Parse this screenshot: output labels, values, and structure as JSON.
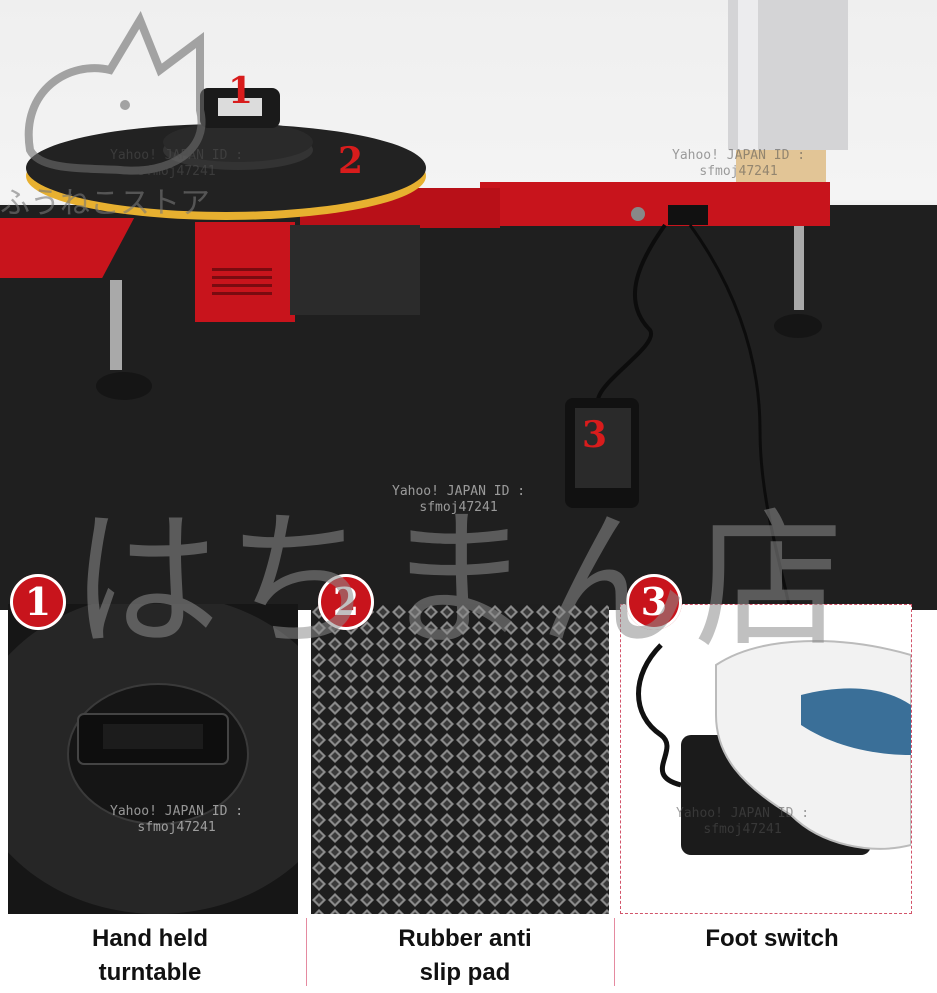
{
  "photo_numbers": [
    "1",
    "2",
    "3"
  ],
  "badges": [
    "1",
    "2",
    "3"
  ],
  "captions": {
    "hand_held_turntable": [
      "Hand held",
      "turntable"
    ],
    "rubber_anti_slip_pad": [
      "Rubber anti",
      "slip pad"
    ],
    "foot_switch": [
      "Foot switch"
    ]
  },
  "watermarks": {
    "store_name": "はちまん店",
    "logo_text": "ふうねこストア",
    "yahoo_id_line1": "Yahoo! JAPAN ID :",
    "yahoo_id_line2": "sfmoj47241"
  },
  "colors": {
    "machine_red": "#c8141c",
    "badge_red": "#c8141c",
    "number_red": "#d81c1c",
    "table_black": "#1f1f1f"
  }
}
